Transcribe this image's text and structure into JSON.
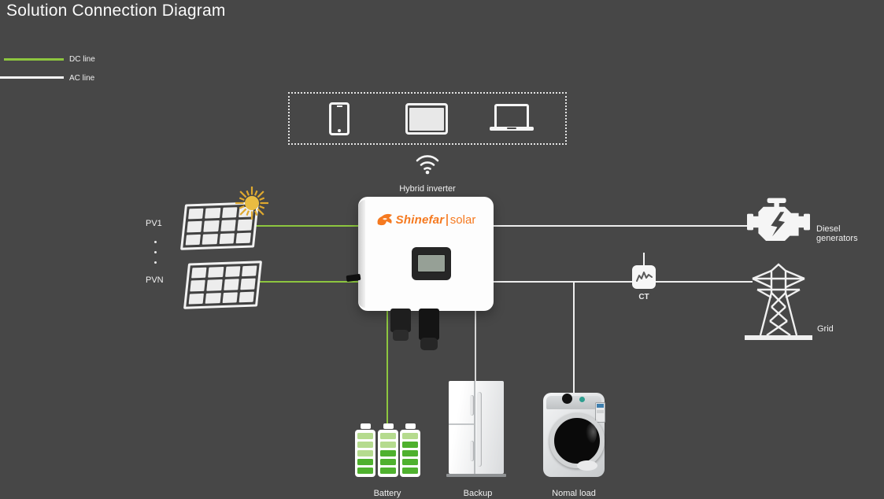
{
  "title": "Solution Connection Diagram",
  "legend": {
    "dc_label": "DC line",
    "ac_label": "AC line"
  },
  "inverter": {
    "label": "Hybrid inverter",
    "brand": "Shinefar",
    "brand_suffix": "solar"
  },
  "pv": {
    "pv1_label": "PV1",
    "pvn_label": "PVN"
  },
  "nodes": {
    "diesel_label": "Diesel generators",
    "ct_label": "CT",
    "grid_label": "Grid",
    "battery_label": "Battery",
    "backup_label": "Backup",
    "normal_load_label": "Nomal load"
  },
  "colors": {
    "background": "#474747",
    "dc_line": "#8dc63f",
    "ac_line": "#eeeeee",
    "brand_orange": "#f5791f",
    "sun_yellow": "#e9bc41",
    "battery_green_dark": "#4fb12e",
    "battery_green_light": "#b5db8e"
  },
  "battery_levels": [
    [
      "light",
      "light",
      "light",
      "dark",
      "dark"
    ],
    [
      "light",
      "light",
      "dark",
      "dark",
      "dark"
    ],
    [
      "light",
      "dark",
      "dark",
      "dark",
      "dark"
    ]
  ]
}
